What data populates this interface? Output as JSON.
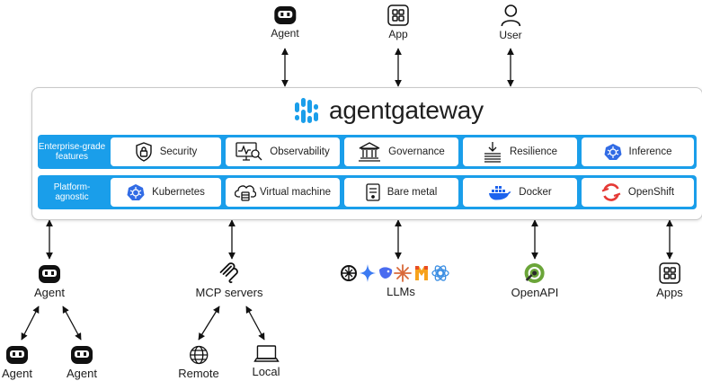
{
  "brand": {
    "name": "agentgateway"
  },
  "top_clients": [
    {
      "label": "Agent",
      "icon": "agent-icon"
    },
    {
      "label": "App",
      "icon": "app-grid-icon"
    },
    {
      "label": "User",
      "icon": "user-icon"
    }
  ],
  "rows": [
    {
      "label": "Enterprise-grade features",
      "items": [
        {
          "label": "Security",
          "icon": "lock-shield-icon"
        },
        {
          "label": "Observability",
          "icon": "monitor-magnifier-icon"
        },
        {
          "label": "Governance",
          "icon": "building-columns-icon"
        },
        {
          "label": "Resilience",
          "icon": "download-layers-icon"
        },
        {
          "label": "Inference",
          "icon": "kubernetes-icon"
        }
      ]
    },
    {
      "label": "Platform-agnostic",
      "items": [
        {
          "label": "Kubernetes",
          "icon": "kubernetes-icon"
        },
        {
          "label": "Virtual machine",
          "icon": "cloud-disk-icon"
        },
        {
          "label": "Bare metal",
          "icon": "server-icon"
        },
        {
          "label": "Docker",
          "icon": "docker-whale-icon"
        },
        {
          "label": "OpenShift",
          "icon": "openshift-icon"
        }
      ]
    }
  ],
  "targets": [
    {
      "label": "Agent",
      "icon": "agent-icon"
    },
    {
      "label": "MCP servers",
      "icon": "mcp-icon"
    },
    {
      "label": "LLMs",
      "icon": "llm-logos-icon"
    },
    {
      "label": "OpenAPI",
      "icon": "openapi-icon"
    },
    {
      "label": "Apps",
      "icon": "app-grid-icon"
    }
  ],
  "agent_children": [
    {
      "label": "Agent",
      "icon": "agent-icon"
    },
    {
      "label": "Agent",
      "icon": "agent-icon"
    }
  ],
  "mcp_children": [
    {
      "label": "Remote",
      "icon": "globe-icon"
    },
    {
      "label": "Local",
      "icon": "laptop-icon"
    }
  ],
  "colors": {
    "accent": "#1a9eea",
    "k8s": "#326ce5",
    "docker": "#1d63ed",
    "openshift": "#e53935",
    "openapi": "#6ba539"
  }
}
